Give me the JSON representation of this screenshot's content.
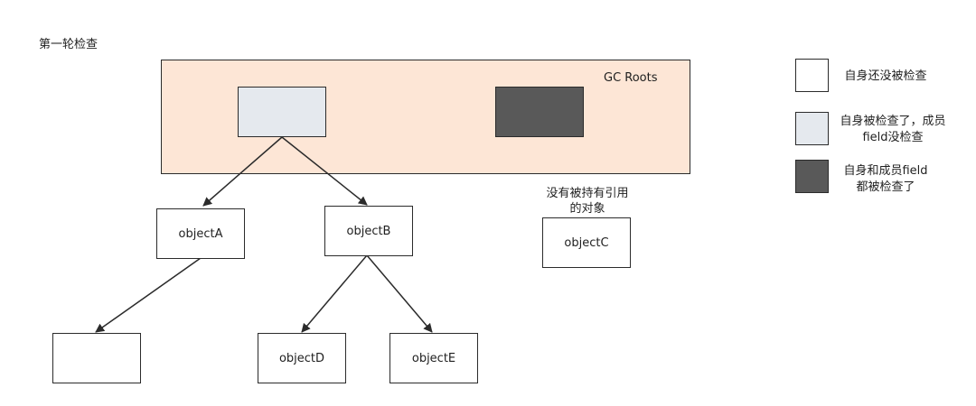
{
  "title": "第一轮检查",
  "gc_roots_label": "GC Roots",
  "nodes": {
    "object_a": "objectA",
    "object_b": "objectB",
    "object_c": "objectC",
    "object_d": "objectD",
    "object_e": "objectE"
  },
  "unreferenced_note": {
    "line1": "没有被持有引用",
    "line2": "的对象"
  },
  "legend": [
    {
      "line1": "自身还没被检查",
      "line2": "",
      "fill": "#ffffff"
    },
    {
      "line1": "自身被检查了，成员",
      "line2": "field没检查",
      "fill": "#e5e9ee"
    },
    {
      "line1": "自身和成员field",
      "line2": "都被检查了",
      "fill": "#595959"
    }
  ],
  "colors": {
    "roots_area": "#fde6d6",
    "checked_self": "#e5e9ee",
    "fully_checked": "#595959",
    "unchecked": "#ffffff"
  }
}
